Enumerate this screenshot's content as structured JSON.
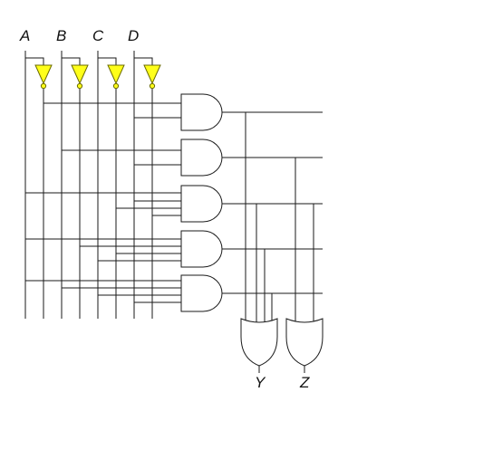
{
  "inputs": [
    "A",
    "B",
    "C",
    "D"
  ],
  "outputs": [
    "Y",
    "Z"
  ],
  "colors": {
    "wire": "#1a1a1a",
    "inverter_fill": "#ffff1a",
    "background": "#ffffff"
  },
  "gates": {
    "and_count": 5,
    "or_count": 2,
    "not_count": 4
  }
}
